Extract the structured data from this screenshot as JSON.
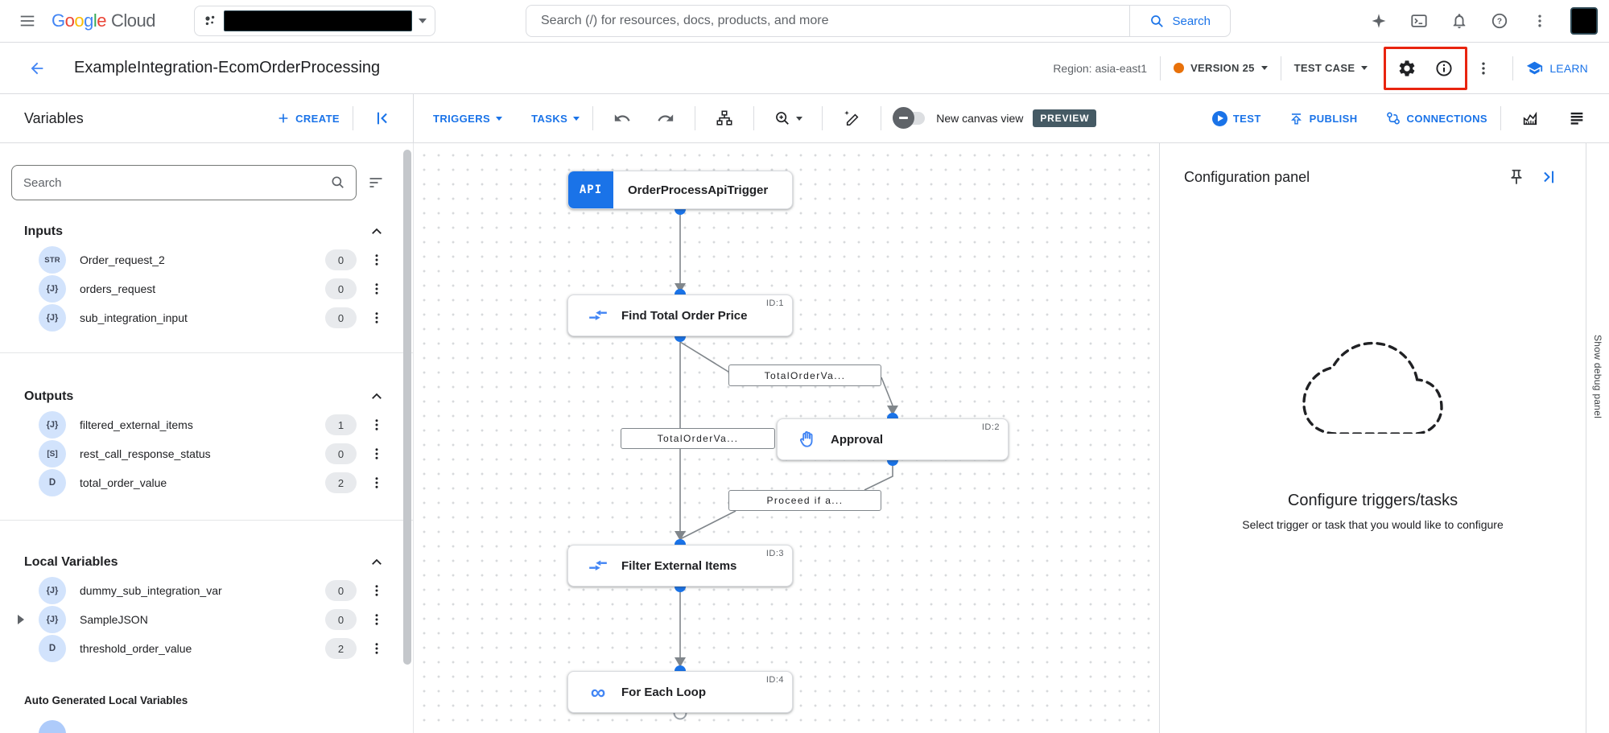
{
  "colors": {
    "accent_blue": "#1a73e8",
    "version_dot_orange": "#e8710a",
    "preview_badge_bg": "#455a64",
    "highlight_red": "#e8240f",
    "connector_blue": "#1a73e8",
    "edge_gray": "#80868b"
  },
  "topbar": {
    "logo_letters": [
      "G",
      "o",
      "o",
      "g",
      "l",
      "e"
    ],
    "logo_suffix": "Cloud",
    "search_placeholder": "Search (/) for resources, docs, products, and more",
    "search_button": "Search"
  },
  "header": {
    "title": "ExampleIntegration-EcomOrderProcessing",
    "region": "Region: asia-east1",
    "version_label": "VERSION 25",
    "test_case_label": "TEST CASE",
    "learn_label": "LEARN"
  },
  "toolbar": {
    "panel_title": "Variables",
    "create_label": "CREATE",
    "triggers_label": "TRIGGERS",
    "tasks_label": "TASKS",
    "canvas_toggle_label": "New canvas view",
    "preview_badge": "PREVIEW",
    "test_label": "TEST",
    "publish_label": "PUBLISH",
    "connections_label": "CONNECTIONS"
  },
  "sidebar": {
    "search_placeholder": "Search",
    "sections": [
      {
        "title": "Inputs",
        "items": [
          {
            "type": "STR",
            "name": "Order_request_2",
            "count": "0"
          },
          {
            "type": "{J}",
            "name": "orders_request",
            "count": "0"
          },
          {
            "type": "{J}",
            "name": "sub_integration_input",
            "count": "0"
          }
        ]
      },
      {
        "title": "Outputs",
        "items": [
          {
            "type": "{J}",
            "name": "filtered_external_items",
            "count": "1"
          },
          {
            "type": "[S]",
            "name": "rest_call_response_status",
            "count": "0"
          },
          {
            "type": "D",
            "name": "total_order_value",
            "count": "2"
          }
        ]
      },
      {
        "title": "Local Variables",
        "items": [
          {
            "type": "{J}",
            "name": "dummy_sub_integration_var",
            "count": "0"
          },
          {
            "type": "{J}",
            "name": "SampleJSON",
            "count": "0"
          },
          {
            "type": "D",
            "name": "threshold_order_value",
            "count": "2"
          }
        ]
      }
    ],
    "auto_generated_title": "Auto Generated Local Variables"
  },
  "canvas": {
    "nodes": [
      {
        "badge": "API",
        "label": "OrderProcessApiTrigger",
        "id": ""
      },
      {
        "label": "Find Total Order Price",
        "id": "ID:1"
      },
      {
        "label": "Approval",
        "id": "ID:2"
      },
      {
        "label": "Filter External Items",
        "id": "ID:3"
      },
      {
        "label": "For Each Loop",
        "id": "ID:4"
      }
    ],
    "edge_labels": [
      "TotalOrderVa...",
      "TotalOrderVa...",
      "Proceed if a..."
    ]
  },
  "config_panel": {
    "title": "Configuration panel",
    "empty_title": "Configure triggers/tasks",
    "empty_subtitle": "Select trigger or task that you would like to configure"
  },
  "debug_panel_tab": "Show debug panel"
}
